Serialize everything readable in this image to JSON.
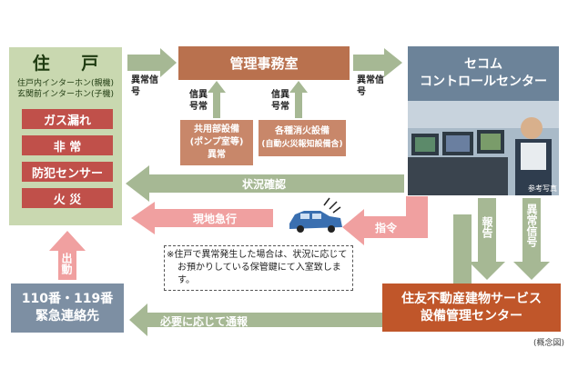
{
  "residence": {
    "title": "住 戸",
    "intercom_main": "住戸内インターホン(親機)",
    "intercom_entrance": "玄関前インターホン(子機)",
    "alarms": [
      "ガス漏れ",
      "非 常",
      "防犯センサー",
      "火 災"
    ]
  },
  "management_office": "管理事務室",
  "secom": {
    "line1": "セコム",
    "line2": "コントロールセンター"
  },
  "photo_caption": "参考写真",
  "common_equipment": {
    "line1": "共用部設備",
    "line2": "(ポンプ室等)",
    "line3": "異常"
  },
  "fire_equipment": {
    "line1": "各種消火設備",
    "line2": "(自動火災報知設備含)"
  },
  "abnormal_signal": "異常信号",
  "labels": {
    "abnormal_signal_1": "異常信号",
    "abnormal_signal_2": "異常信号",
    "signal_abnormal_left": "信異号常",
    "signal_abnormal_right": "信異号常",
    "status_check": "状況確認",
    "rush_to_site": "現地急行",
    "dispatch_order": "指令",
    "report": "報告",
    "abnormal_signal_v": "異常信号",
    "dispatch": "出動",
    "notify_as_needed": "必要に応じて通報"
  },
  "note": "※住戸で異常発生した場合は、状況に応じてお預かりしている保管鍵にて入室致します。",
  "sumitomo": {
    "line1": "住友不動産建物サービス",
    "line2": "設備管理センター"
  },
  "emergency": {
    "line1": "110番・119番",
    "line2": "緊急連絡先"
  },
  "caption": "(概念図)",
  "colors": {
    "residence_bg": "#c9d8b0",
    "alarm_red": "#c0504a",
    "mgmt_brown": "#b9714e",
    "secom_blue": "#6c8399",
    "sumitomo_orange": "#c0562a",
    "emergency_blue": "#7d8fa3",
    "green_arrow": "#a6b894",
    "pink_arrow": "#f0a0a0"
  }
}
